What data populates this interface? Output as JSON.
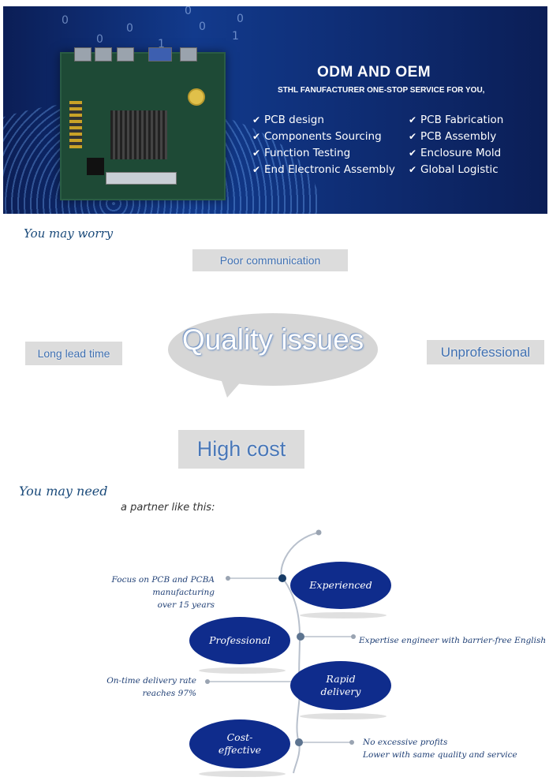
{
  "banner": {
    "title": "ODM AND OEM",
    "subtitle": "STHL FANUFACTURER ONE-STOP SERVICE FOR YOU,",
    "services_left": [
      "PCB design",
      "Components Sourcing",
      "Function Testing",
      "End Electronic Assembly"
    ],
    "services_right": [
      "PCB Fabrication",
      "PCB Assembly",
      "Enclosure Mold",
      "Global Logistic"
    ],
    "check_icon": "checkmark-icon",
    "digits": [
      "0",
      "0",
      "0",
      "0",
      "1",
      "1",
      "0",
      "0"
    ],
    "colors": {
      "background": "#123a8c",
      "text": "#ffffff"
    }
  },
  "worry": {
    "heading": "You may worry",
    "items": {
      "poor_communication": "Poor communication",
      "long_lead_time": "Long lead time",
      "quality_issues": "Quality issues",
      "unprofessional": "Unprofessional",
      "high_cost": "High cost"
    },
    "colors": {
      "tag_bg": "#dcdcdc",
      "tag_text": "#3e6fb1"
    }
  },
  "need": {
    "heading": "You may need",
    "subheading": "a partner like this:",
    "ovals": {
      "experienced": "Experienced",
      "professional": "Professional",
      "rapid_delivery_1": "Rapid",
      "rapid_delivery_2": "delivery",
      "cost_effective_1": "Cost-",
      "cost_effective_2": "effective"
    },
    "notes": {
      "focus_1": "Focus on PCB and PCBA",
      "focus_2": "manufacturing",
      "focus_3": "over 15 years",
      "expertise": "Expertise engineer with barrier-free English",
      "ontime_1": "On-time delivery rate",
      "ontime_2": "reaches 97%",
      "profit_1": "No excessive profits",
      "profit_2": "Lower with same quality and service"
    },
    "colors": {
      "oval": "#0f2c8c",
      "note_text": "#1f3f75",
      "line": "#aab3c0"
    }
  }
}
